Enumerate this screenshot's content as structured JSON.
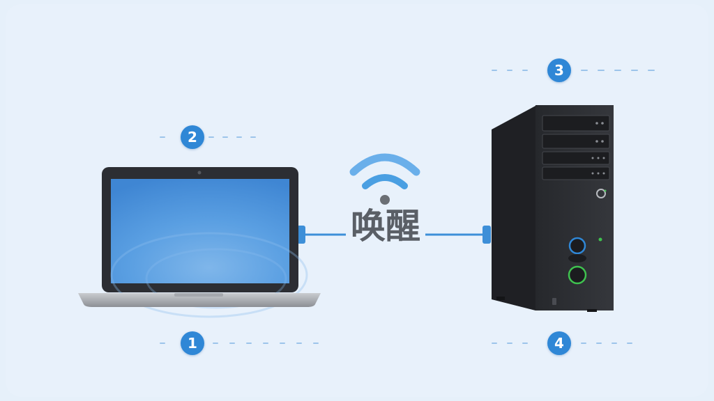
{
  "diagram": {
    "center_label": "唤醒",
    "callouts": [
      "1",
      "2",
      "3",
      "4"
    ]
  },
  "colors": {
    "background": "#e6f0fa",
    "accent": "#2f87d6",
    "wifi": "#4a9fe2",
    "cable": "#3d8fd8",
    "tower": "#2b2d31",
    "screen": "#4f97df"
  }
}
